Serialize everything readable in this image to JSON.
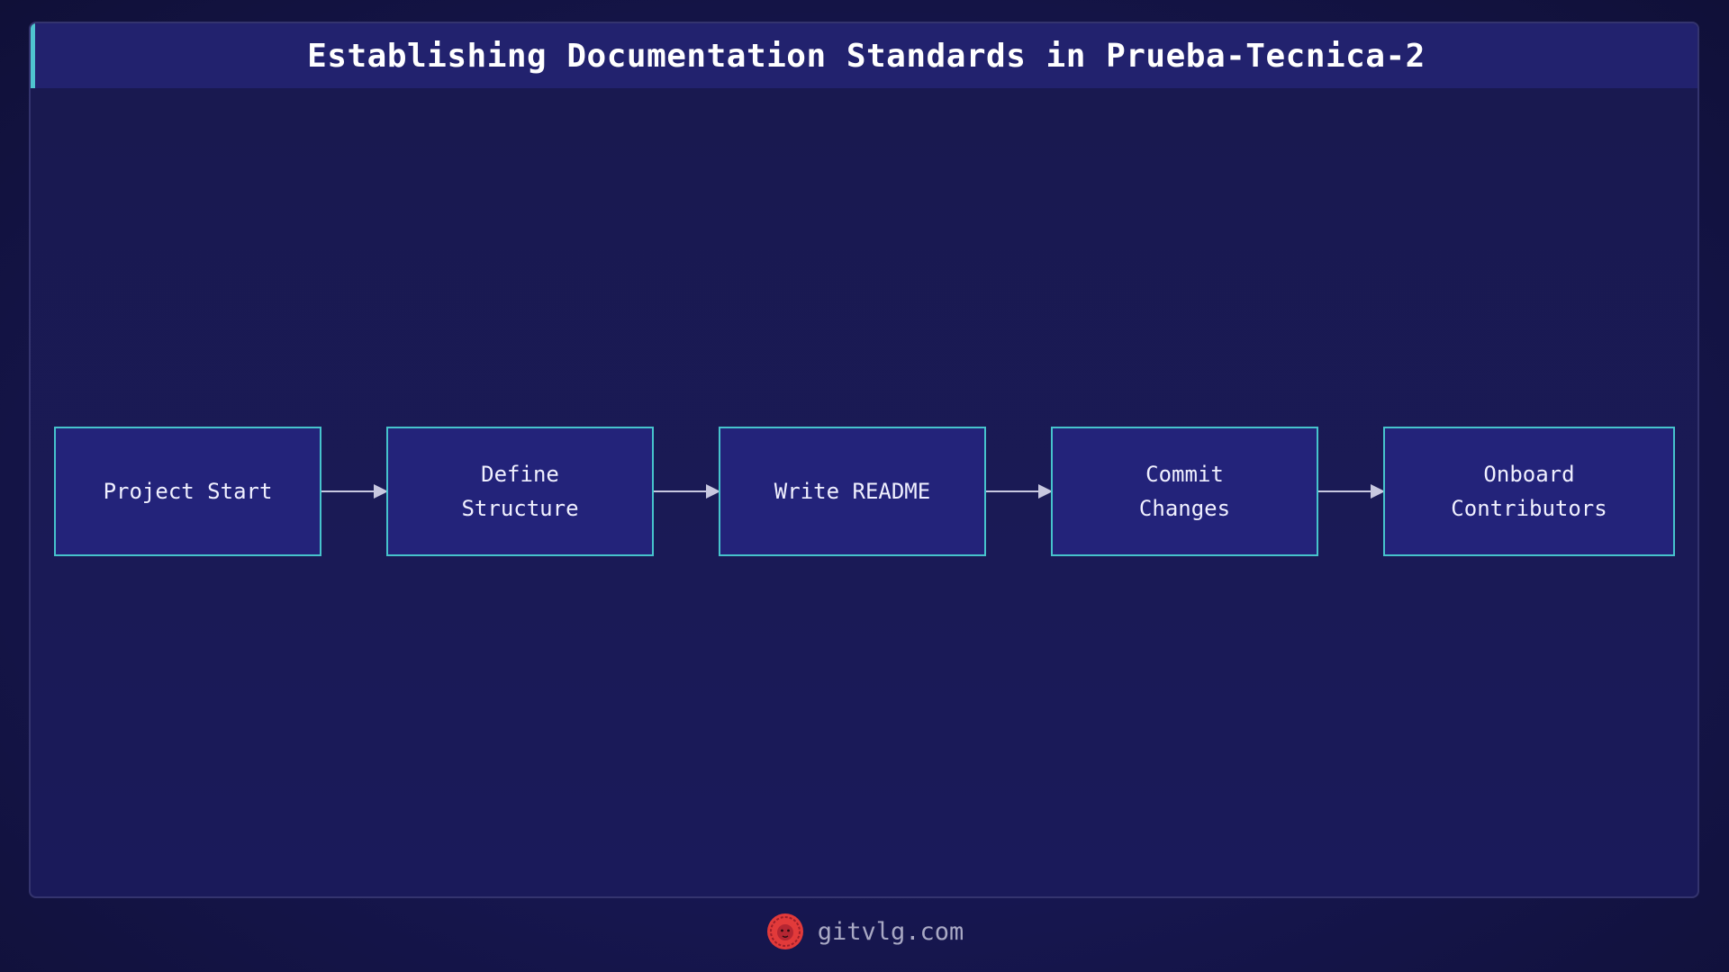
{
  "diagram": {
    "title": "Establishing Documentation Standards in Prueba-Tecnica-2",
    "nodes": [
      {
        "id": "start",
        "label": "Project Start"
      },
      {
        "id": "structure",
        "label": "Define Structure"
      },
      {
        "id": "readme",
        "label": "Write README"
      },
      {
        "id": "commit",
        "label": "Commit Changes"
      },
      {
        "id": "onboard",
        "label": "Onboard Contributors"
      }
    ],
    "edges": [
      {
        "from": "start",
        "to": "structure"
      },
      {
        "from": "structure",
        "to": "readme"
      },
      {
        "from": "readme",
        "to": "commit"
      },
      {
        "from": "commit",
        "to": "onboard"
      }
    ]
  },
  "footer": {
    "site": "gitvlg.com",
    "logo_icon": "lion-head-icon"
  },
  "colors": {
    "accent": "#4fc4cf",
    "node_fill": "#23237a",
    "node_border": "#46c3cc",
    "logo": "#e23a3a"
  }
}
